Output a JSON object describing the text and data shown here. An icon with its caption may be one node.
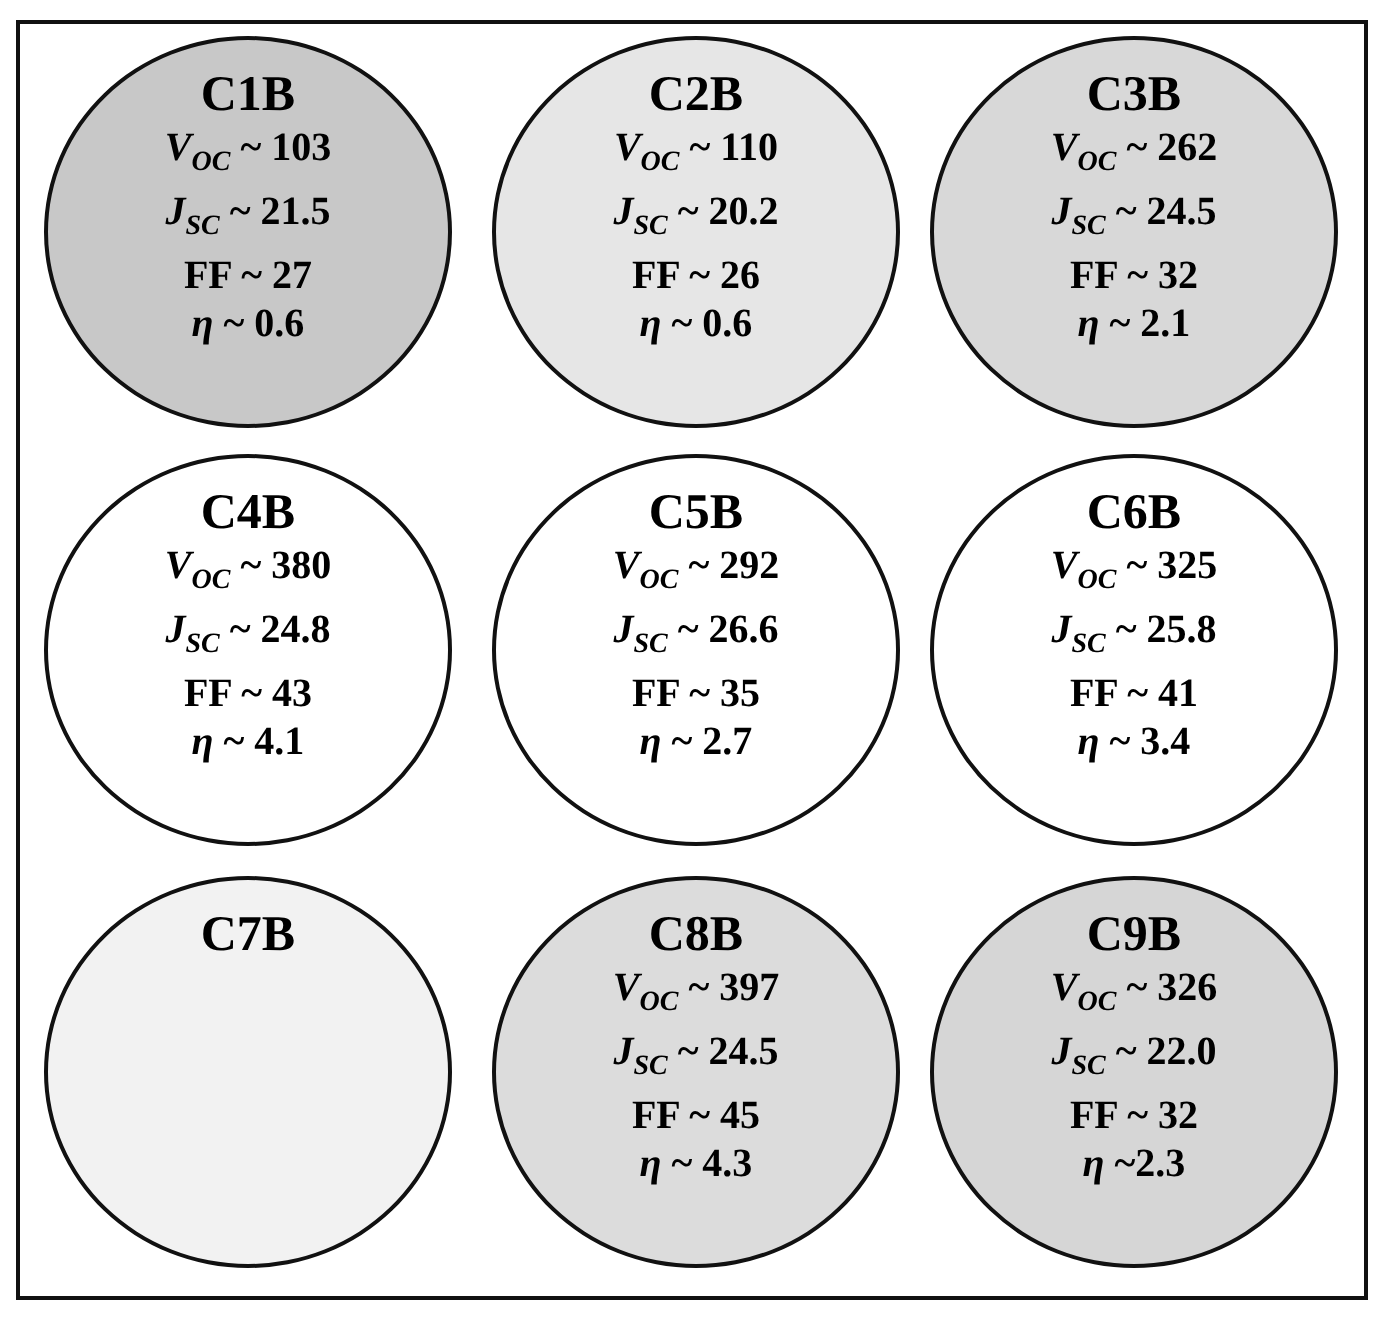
{
  "diagram": {
    "nodes": [
      {
        "text": [
          "C1B",
          "*V*$_{OC}$ ~ 103",
          "*J*$_{SC}$ ~ 21.5",
          "FF ~ 27",
          "*η* ~ 0.6"
        ]
      },
      {
        "text": [
          "C2B",
          "*V*$_{OC}$ ~ 110",
          "*J*$_{SC}$ ~ 20.2",
          "FF ~ 26",
          "*η* ~ 0.6"
        ]
      },
      {
        "text": [
          "C3B",
          "*V*$_{OC}$ ~ 262",
          "*J*$_{SC}$ ~ 24.5",
          "FF ~ 32",
          "*η* ~ 2.1"
        ]
      },
      {
        "text": [
          "C4B",
          "*V*$_{OC}$ ~ 380",
          "*J*$_{SC}$ ~ 24.8",
          "FF ~ 43",
          "*η* ~ 4.1"
        ]
      },
      {
        "text": [
          "C5B",
          "*V*$_{OC}$ ~ 292",
          "*J*$_{SC}$ ~ 26.6",
          "FF ~ 35",
          "*η* ~ 2.7"
        ]
      },
      {
        "text": [
          "C6B",
          "*V*$_{OC}$ ~ 325",
          "*J*$_{SC}$ ~ 25.8",
          "FF ~ 41",
          "*η* ~ 3.4"
        ]
      },
      {
        "text": [
          "C7B"
        ]
      },
      {
        "text": [
          "C8B",
          "*V*$_{OC}$ ~ 397",
          "*J*$_{SC}$ ~ 24.5",
          "FF ~ 45",
          "*η* ~ 4.3"
        ]
      },
      {
        "text": [
          "C9B",
          "*V*$_{OC}$ ~ 326",
          "*J*$_{SC}$ ~ 22.0",
          "FF ~ 32",
          "*η* ~2.3"
        ]
      }
    ]
  }
}
